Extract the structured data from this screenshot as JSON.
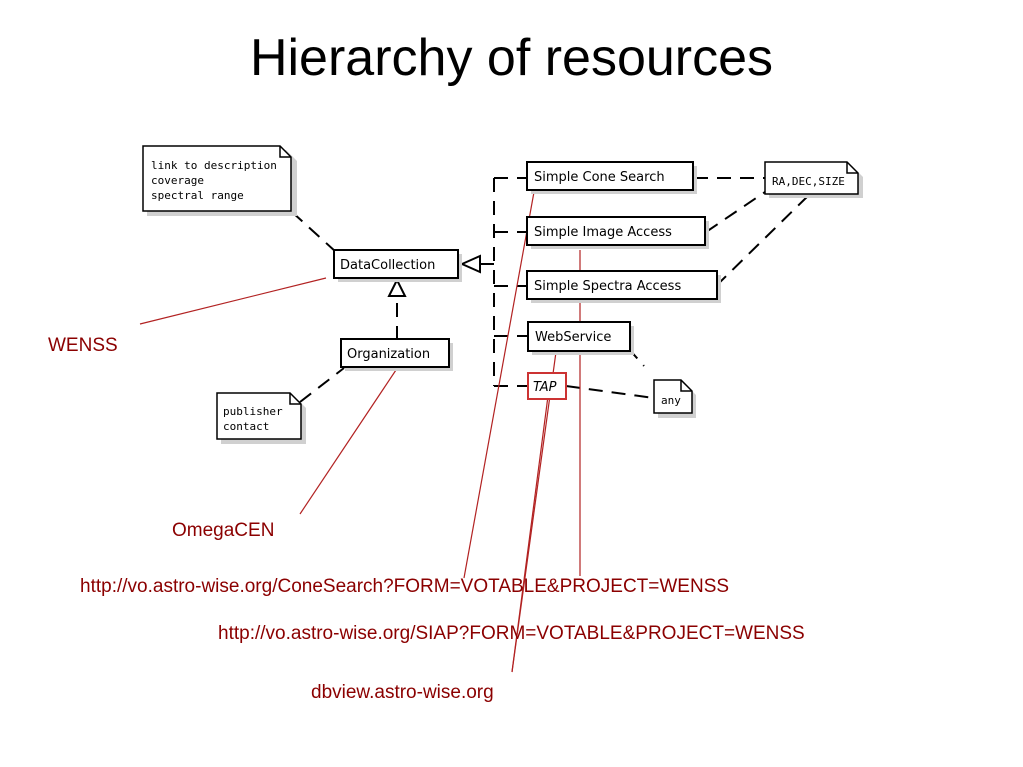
{
  "title": "Hierarchy of resources",
  "boxes": {
    "cone": "Simple Cone Search",
    "image": "Simple Image Access",
    "spectra": "Simple Spectra Access",
    "webservice": "WebService",
    "tap": "TAP",
    "datacollection": "DataCollection",
    "organization": "Organization"
  },
  "notes": {
    "datacollection": [
      "link to description",
      "coverage",
      "spectral range"
    ],
    "organization": [
      "publisher",
      "contact"
    ],
    "radec": "RA,DEC,SIZE",
    "any": "any"
  },
  "annotations": {
    "wenss": "WENSS",
    "omegacen": "OmegaCEN",
    "cone_url": "http://vo.astro-wise.org/ConeSearch?FORM=VOTABLE&PROJECT=WENSS",
    "siap_url": "http://vo.astro-wise.org/SIAP?FORM=VOTABLE&PROJECT=WENSS",
    "dbview_url": "dbview.astro-wise.org"
  },
  "colors": {
    "annotation": "#8b0000",
    "tap_border": "#cc3333"
  }
}
